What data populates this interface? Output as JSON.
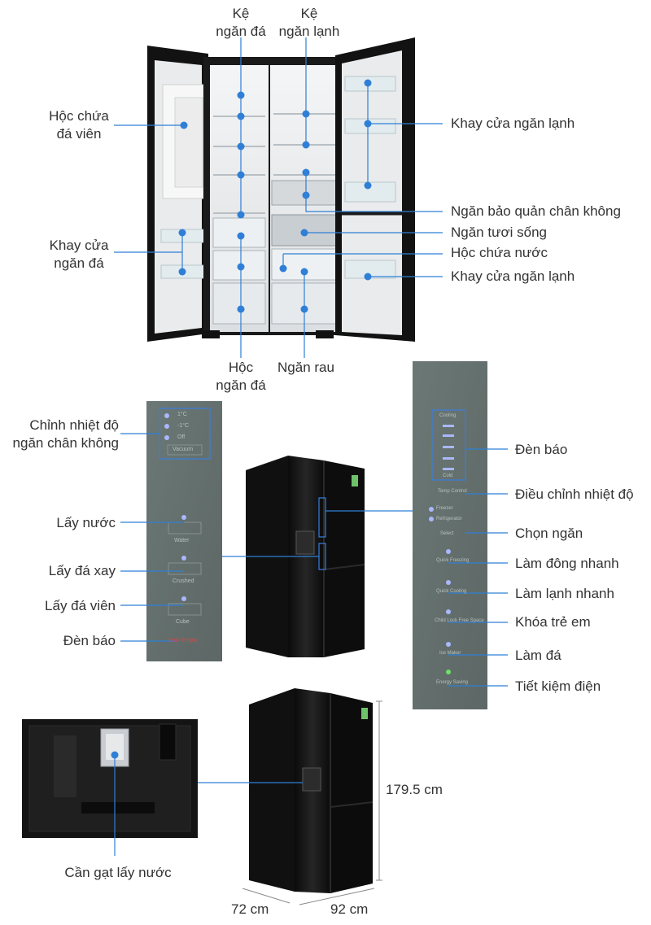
{
  "colors": {
    "accent": "#2f7fd6",
    "fridge_body": "#111111",
    "panel": "#6f7a78"
  },
  "fridge_open": {
    "labels": {
      "ice_shelf": "Kệ\nngăn đá",
      "fridge_shelf": "Kệ\nngăn lạnh",
      "ice_cube_box": "Hộc chứa\nđá viên",
      "fridge_door_tray_top": "Khay cửa ngăn lạnh",
      "vacuum": "Ngăn bảo quản chân không",
      "fresh": "Ngăn tươi sống",
      "water_box": "Hộc chứa nước",
      "freezer_door_tray": "Khay cửa\nngăn đá",
      "fridge_door_tray_bottom": "Khay cửa ngăn lạnh",
      "freezer_drawer": "Hộc\nngăn đá",
      "vegetable": "Ngăn rau"
    }
  },
  "left_panel": {
    "labels": {
      "vacuum_temp": "Chỉnh nhiệt độ\nngăn chân không",
      "water": "Lấy nước",
      "crushed_ice": "Lấy đá xay",
      "cube_ice": "Lấy đá viên",
      "indicator": "Đèn báo"
    },
    "panel_text": {
      "t1": "1°C",
      "t2": "-1°C",
      "t3": "Off",
      "vacuum": "Vacuum",
      "water": "Water",
      "crushed": "Crushed",
      "cube": "Cube",
      "tank": "Tank Empty"
    }
  },
  "right_panel": {
    "labels": {
      "indicator": "Đèn báo",
      "temp_adjust": "Điều chỉnh nhiệt độ",
      "select": "Chọn ngăn",
      "quick_freeze": "Làm đông nhanh",
      "quick_cool": "Làm lạnh nhanh",
      "child_lock": "Khóa trẻ em",
      "ice_maker": "Làm đá",
      "energy": "Tiết kiệm điện"
    },
    "panel_text": {
      "cooling": "Cooling",
      "cold": "Cold",
      "temp_control": "Temp Control",
      "freezer": "Freezer",
      "refrigerator": "Refrigerator",
      "select": "Select",
      "quick_freezing": "Quick Freezing",
      "quick_cooling": "Quick Cooling",
      "child_lock": "Child Lock Free Space",
      "ice_maker": "Ice Maker",
      "energy_saving": "Energy Saving"
    }
  },
  "dispenser": {
    "lever_label": "Cần gạt lấy nước"
  },
  "dimensions": {
    "height": "179.5 cm",
    "depth": "72 cm",
    "width": "92 cm"
  }
}
